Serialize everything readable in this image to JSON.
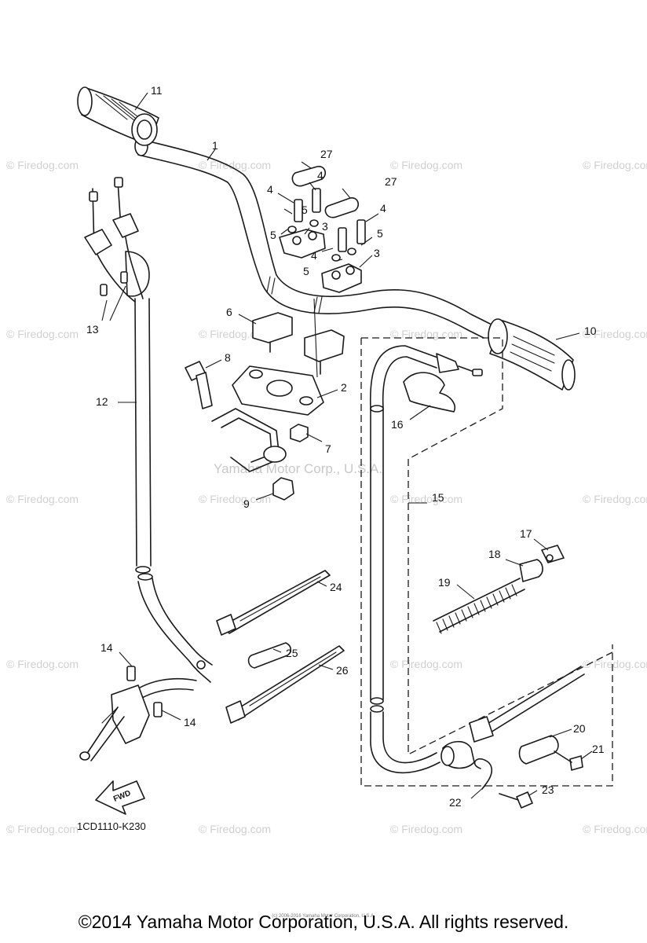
{
  "watermark": {
    "text": "© Firedog.com",
    "center_text": "Yamaha Motor Corp., U.S.A."
  },
  "diagram_code": "1CD1110-K230",
  "fwd_label": "FWD",
  "callouts": {
    "c1": "1",
    "c2": "2",
    "c3a": "3",
    "c3b": "3",
    "c4a": "4",
    "c4b": "4",
    "c4c": "4",
    "c4d": "4",
    "c5a": "5",
    "c5b": "5",
    "c5c": "5",
    "c5d": "5",
    "c6": "6",
    "c7": "7",
    "c8": "8",
    "c9": "9",
    "c10": "10",
    "c11": "11",
    "c12": "12",
    "c13": "13",
    "c14a": "14",
    "c14b": "14",
    "c15": "15",
    "c16": "16",
    "c17": "17",
    "c18": "18",
    "c19": "19",
    "c20": "20",
    "c21": "21",
    "c22": "22",
    "c23": "23",
    "c24": "24",
    "c25": "25",
    "c26": "26",
    "c27a": "27",
    "c27b": "27"
  },
  "footer": {
    "copyright": "©2014 Yamaha Motor Corporation, U.S.A. All rights reserved.",
    "small_note": "(c) 2006-2016 Yamaha Motor Corporation, U.S.A."
  }
}
